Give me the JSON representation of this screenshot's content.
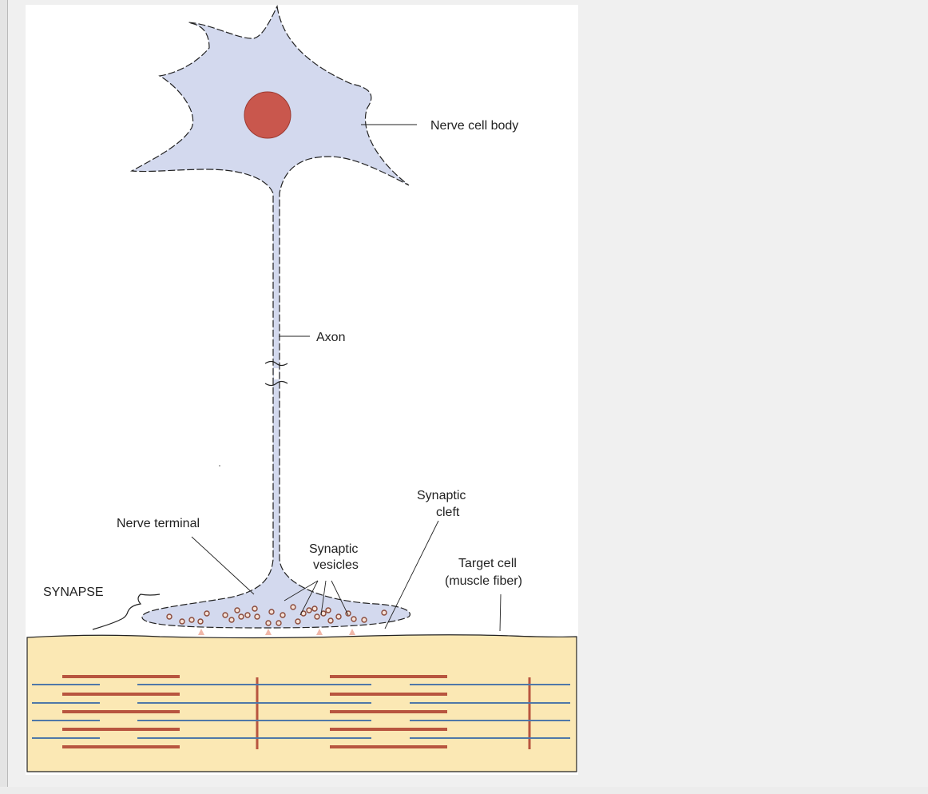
{
  "diagram": {
    "labels": {
      "nerve_cell_body": "Nerve cell body",
      "axon": "Axon",
      "nerve_terminal": "Nerve terminal",
      "synaptic_vesicles_1": "Synaptic",
      "synaptic_vesicles_2": "vesicles",
      "synaptic_cleft_1": "Synaptic",
      "synaptic_cleft_2": "cleft",
      "target_cell_1": "Target cell",
      "target_cell_2": "(muscle fiber)",
      "synapse": "SYNAPSE"
    },
    "colors": {
      "neuron_fill": "#d3d9ee",
      "nucleus": "#c9574d",
      "muscle_fill": "#fbe8b4",
      "thick_filament": "#b8553f",
      "thin_filament": "#4f78a8",
      "vesicle": "#b06a52",
      "outline": "#222222"
    }
  }
}
